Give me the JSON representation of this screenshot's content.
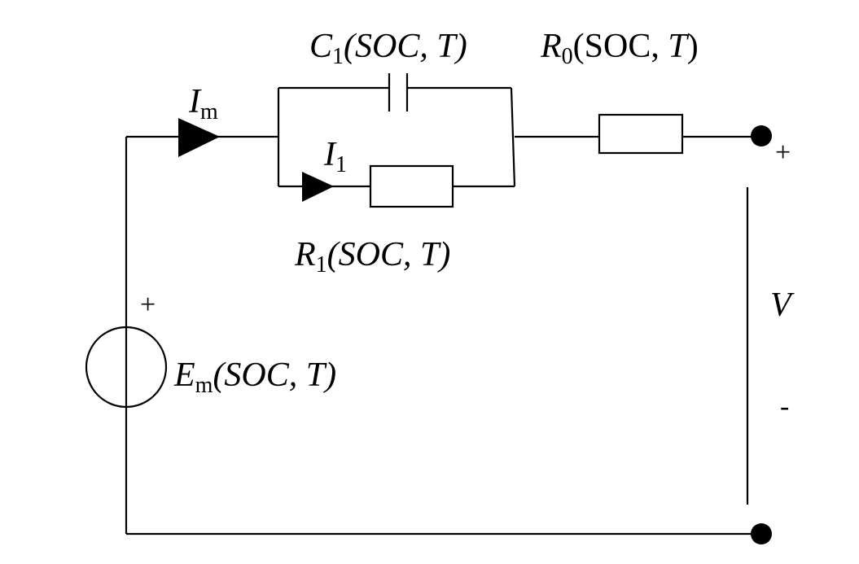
{
  "components": {
    "capacitor_c1": {
      "symbol": "C",
      "subscript": "1",
      "args": "(SOC, ",
      "var": "T",
      "close": ")"
    },
    "resistor_r0": {
      "symbol": "R",
      "subscript": "0",
      "args": "(SOC, ",
      "var": "T",
      "close": ")"
    },
    "resistor_r1": {
      "symbol": "R",
      "subscript": "1",
      "args": "(SOC, ",
      "var": "T",
      "close": ")"
    },
    "source_em": {
      "symbol": "E",
      "subscript": "m",
      "args": "(SOC, ",
      "var": "T",
      "close": ")",
      "polarity": "+"
    }
  },
  "currents": {
    "im": {
      "symbol": "I",
      "subscript": "m"
    },
    "i1": {
      "symbol": "I",
      "subscript": "1"
    }
  },
  "terminal_voltage": {
    "symbol": "V",
    "plus": "+",
    "minus": "-"
  }
}
